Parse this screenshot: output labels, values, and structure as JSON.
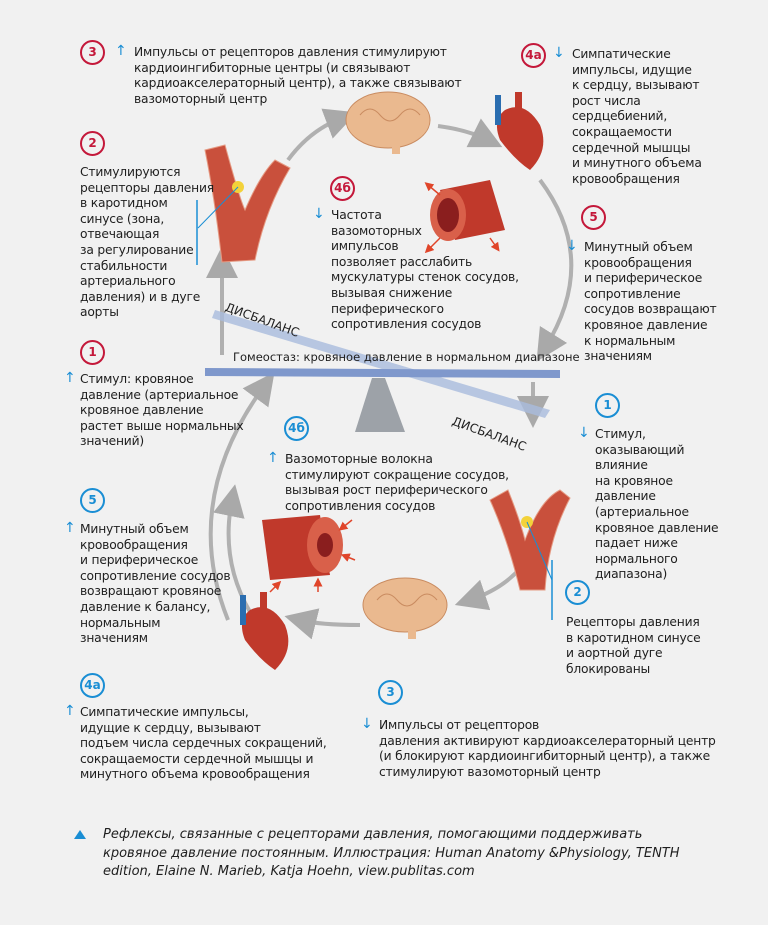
{
  "top": {
    "b3": {
      "num": "3",
      "arrow": "↑",
      "text": "Импульсы от рецепторов давления стимулируют\nкардиоингибиторные центры (и связывают\nкардиоакселераторный центр), а также связывают\nвазомоторный центр"
    },
    "b4a": {
      "num": "4а",
      "arrow": "↓",
      "text": "Симпатические\nимпульсы, идущие\nк сердцу, вызывают\nрост числа\nсердцебиений,\nсокращаемости\nсердечной мышцы\nи минутного объема\nкровообращения"
    },
    "b2": {
      "num": "2",
      "text": "Стимулируются\nрецепторы давления\nв каротидном\nсинусе (зона,\nотвечающая\nза регулирование\nстабильности\nартериального\nдавления) и в дуге\nаорты"
    },
    "b4b": {
      "num": "4б",
      "arrow": "↓",
      "text": "Частота\nвазомоторных\nимпульсов\nпозволяет расслабить\nмускулатуры стенок сосудов,\nвызывая снижение\nпериферического\nсопротивления сосудов"
    },
    "b5": {
      "num": "5",
      "arrow": "↓",
      "text": "Минутный объем\nкровообращения\nи периферическое\nсопротивление\nсосудов возвращают\nкровяное давление\nк нормальным\nзначениям"
    },
    "b1": {
      "num": "1",
      "arrow": "↑",
      "text": "Стимул: кровяное\nдавление (артериальное\nкровяное давление\nрастет выше нормальных\nзначений)"
    }
  },
  "bottom": {
    "b1": {
      "num": "1",
      "arrow": "↓",
      "text": "Стимул,\nоказывающий\nвлияние\nна кровяное\nдавление\n(артериальное\nкровяное давление\nпадает ниже\nнормального\nдиапазона)"
    },
    "b4b": {
      "num": "4б",
      "arrow": "↑",
      "text": "Вазомоторные волокна\nстимулируют сокращение сосудов,\nвызывая рост периферического\nсопротивления сосудов"
    },
    "b5": {
      "num": "5",
      "arrow": "↑",
      "text": "Минутный объем\nкровообращения\nи периферическое\nсопротивление сосудов\nвозвращают кровяное\nдавление к балансу,\nнормальным\nзначениям"
    },
    "b2": {
      "num": "2",
      "text": "Рецепторы давления\nв каротидном синусе\nи аортной дуге\nблокированы"
    },
    "b4a": {
      "num": "4а",
      "arrow": "↑",
      "text": "Симпатические импульсы,\nидущие к сердцу, вызывают\nподъем числа сердечных сокращений,\nсокращаемости сердечной мышцы и\nминутного объема кровообращения"
    },
    "b3": {
      "num": "3",
      "arrow": "↓",
      "text": "Импульсы от рецепторов\nдавления активируют кардиоакселераторный центр\n(и блокируют кардиоингибиторный центр), а также\nстимулируют вазомоторный центр"
    }
  },
  "seesaw": {
    "imbalance_top": "ДИСБАЛАНС",
    "imbalance_bottom": "ДИСБАЛАНС",
    "homeostasis": "Гомеостаз: кровяное давление в нормальном диапазоне"
  },
  "caption": "Рефлексы, связанные с рецепторами давления, помогающими поддерживать кровяное давление постоянным. Иллюстрация: Human Anatomy &Physiology, TENTH edition, Elaine N. Marieb, Katja Hoehn, view.publitas.com",
  "colors": {
    "red": "#c4183a",
    "blue": "#1a8ed4",
    "background": "#f1f1f1"
  }
}
